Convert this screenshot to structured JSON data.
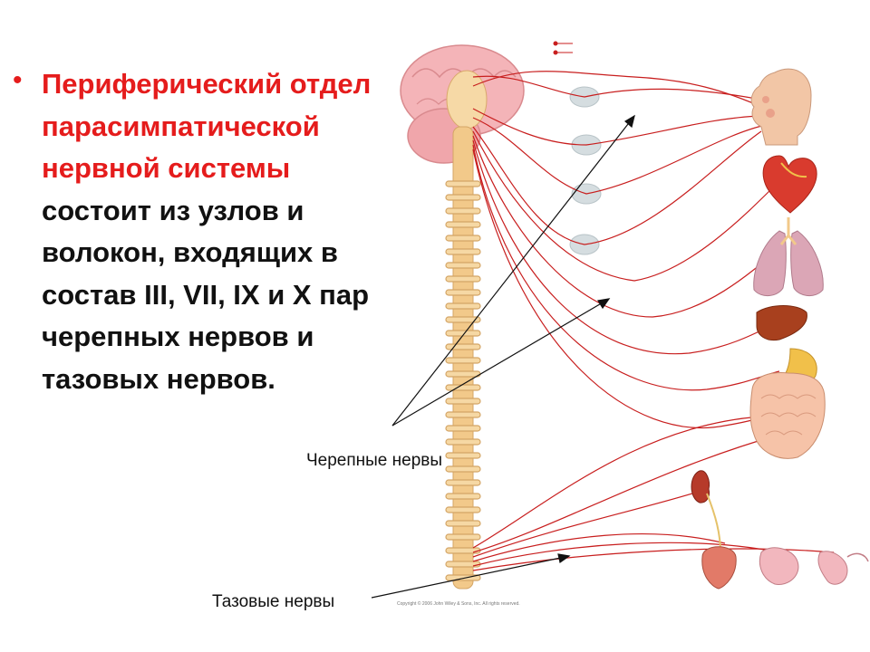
{
  "slide": {
    "bullet": "•",
    "paragraph": {
      "highlight": "Периферический отдел парасимпатической нервной системы",
      "rest": " состоит из узлов и волокон, входящих в состав III, VII, IX и Х пар черепных нервов и тазовых нервов."
    },
    "labels": {
      "cranial_nerves": "Черепные нервы",
      "pelvic_nerves": "Тазовые нервы"
    },
    "copyright": "Copyright © 2006 John Wiley & Sons, Inc. All rights reserved.",
    "colors": {
      "accent": "#e51c1c",
      "text": "#111111",
      "nerve": "#c81e1e",
      "spine": "#f2c98a",
      "brain": "#f4b4b8",
      "ganglion": "#d5dde0"
    }
  }
}
